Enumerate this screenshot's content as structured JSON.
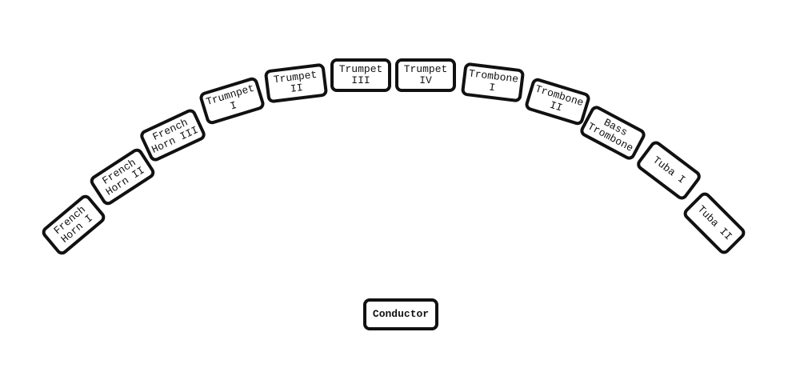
{
  "seats": [
    {
      "label": "French\nHorn I"
    },
    {
      "label": "French\nHorn II"
    },
    {
      "label": "French\nHorn III"
    },
    {
      "label": "Trumnpet\nI"
    },
    {
      "label": "Trumpet\nII"
    },
    {
      "label": "Trumpet\nIII"
    },
    {
      "label": "Trumpet\nIV"
    },
    {
      "label": "Trombone\nI"
    },
    {
      "label": "Trombone\nII"
    },
    {
      "label": "Bass\nTrombone"
    },
    {
      "label": "Tuba I"
    },
    {
      "label": "Tuba II"
    }
  ],
  "conductor": {
    "label": "Conductor"
  }
}
